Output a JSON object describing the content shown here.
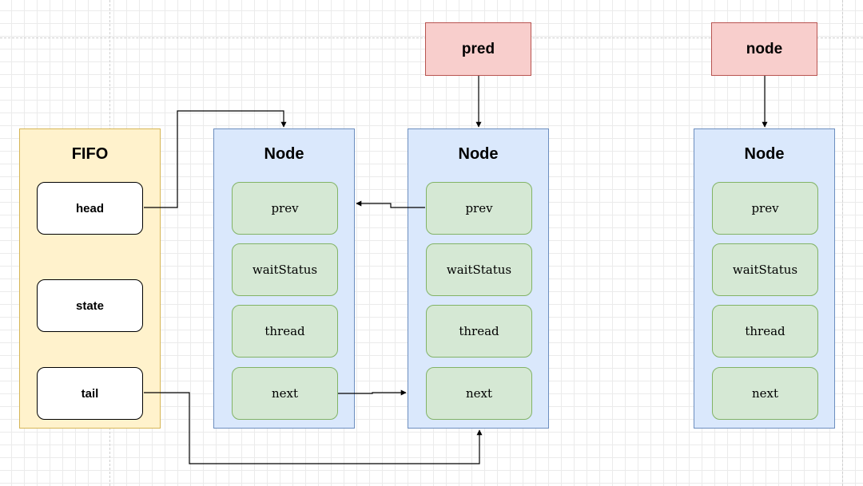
{
  "diagram": {
    "fifo": {
      "title": "FIFO",
      "fields": [
        "head",
        "state",
        "tail"
      ]
    },
    "nodes": [
      {
        "title": "Node",
        "fields": [
          "prev",
          "waitStatus",
          "thread",
          "next"
        ]
      },
      {
        "title": "Node",
        "fields": [
          "prev",
          "waitStatus",
          "thread",
          "next"
        ]
      },
      {
        "title": "Node",
        "fields": [
          "prev",
          "waitStatus",
          "thread",
          "next"
        ]
      }
    ],
    "pointers": {
      "pred": "pred",
      "node": "node"
    }
  },
  "colors": {
    "fifo_fill": "#fff2cc",
    "fifo_border": "#d6b656",
    "node_fill": "#dae8fc",
    "node_border": "#6c8ebf",
    "field_fill": "#d5e8d4",
    "field_border": "#82b366",
    "pointer_fill": "#f8cecc",
    "pointer_border": "#b85450"
  }
}
